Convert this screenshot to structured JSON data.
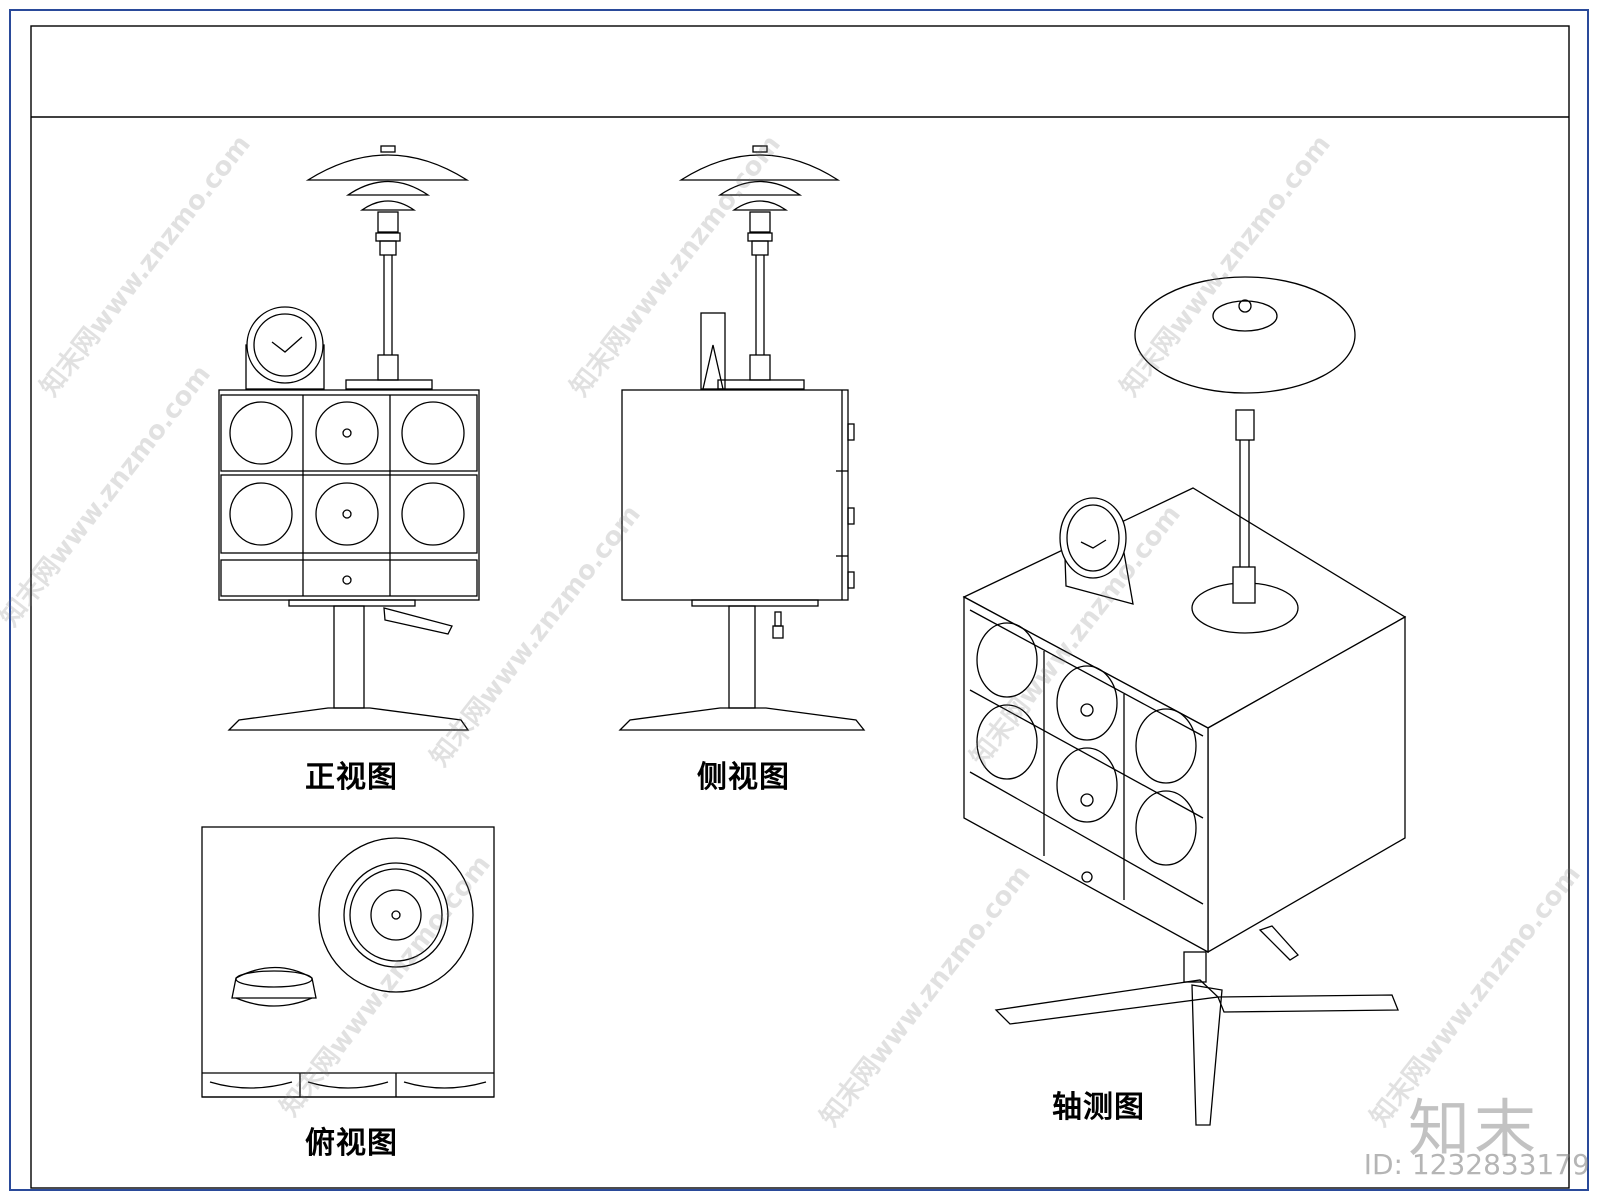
{
  "views": {
    "front": "正视图",
    "side": "侧视图",
    "top": "俯视图",
    "iso": "轴测图"
  },
  "watermark": {
    "text": "知末网www.znzmo.com",
    "brand": "知末",
    "id": "ID: 1232833179"
  },
  "colors": {
    "line": "#000000",
    "border": "#1f3f8f",
    "watermark": "#8a8a8a"
  }
}
